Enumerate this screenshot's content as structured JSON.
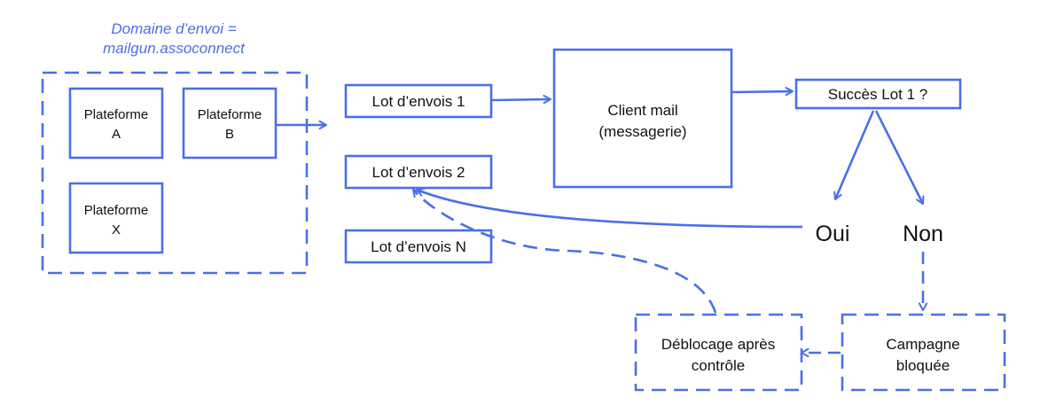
{
  "colors": {
    "accent": "#4a6fe8",
    "text": "#111111",
    "background": "#ffffff"
  },
  "domain_label": {
    "line1": "Domaine d’envoi =",
    "line2": "mailgun.assoconnect"
  },
  "platforms": {
    "a": {
      "line1": "Plateforme",
      "line2": "A"
    },
    "b": {
      "line1": "Plateforme",
      "line2": "B"
    },
    "x": {
      "line1": "Plateforme",
      "line2": "X"
    }
  },
  "batches": {
    "lot1": "Lot d’envois 1",
    "lot2": "Lot d’envois 2",
    "lotN": "Lot d’envois N"
  },
  "client": {
    "line1": "Client mail",
    "line2": "(messagerie)"
  },
  "decision": "Succès Lot 1 ?",
  "answers": {
    "yes": "Oui",
    "no": "Non"
  },
  "blocked": {
    "line1": "Campagne",
    "line2": "bloquée"
  },
  "unblock": {
    "line1": "Déblocage après",
    "line2": "contrôle"
  }
}
